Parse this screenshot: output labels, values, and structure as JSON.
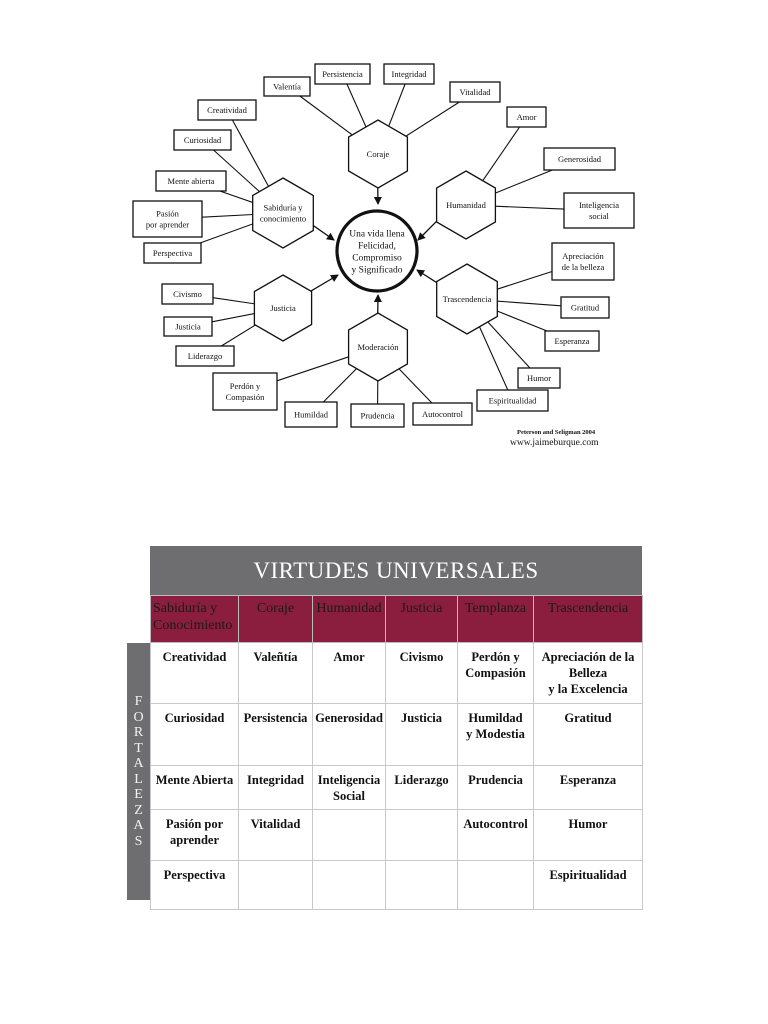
{
  "diagram": {
    "center": {
      "lines": [
        "Una vida llena",
        "Felicidad,",
        "Compromiso",
        "y Significado"
      ]
    },
    "virtues": [
      {
        "id": "coraje",
        "lines": [
          "Coraje"
        ]
      },
      {
        "id": "humanidad",
        "lines": [
          "Humanidad"
        ]
      },
      {
        "id": "sabiduria",
        "lines": [
          "Sabiduría y",
          "conocimiento"
        ]
      },
      {
        "id": "justicia",
        "lines": [
          "Justicia"
        ]
      },
      {
        "id": "moderacion",
        "lines": [
          "Moderación"
        ]
      },
      {
        "id": "trascendencia",
        "lines": [
          "Trascendencia"
        ]
      }
    ],
    "strengths": [
      {
        "virtue": "coraje",
        "lines": [
          "Valentía"
        ]
      },
      {
        "virtue": "coraje",
        "lines": [
          "Persistencia"
        ]
      },
      {
        "virtue": "coraje",
        "lines": [
          "Integridad"
        ]
      },
      {
        "virtue": "coraje",
        "lines": [
          "Vitalidad"
        ]
      },
      {
        "virtue": "humanidad",
        "lines": [
          "Amor"
        ]
      },
      {
        "virtue": "humanidad",
        "lines": [
          "Generosidad"
        ]
      },
      {
        "virtue": "humanidad",
        "lines": [
          "Inteligencia",
          "social"
        ]
      },
      {
        "virtue": "sabiduria",
        "lines": [
          "Creatividad"
        ]
      },
      {
        "virtue": "sabiduria",
        "lines": [
          "Curiosidad"
        ]
      },
      {
        "virtue": "sabiduria",
        "lines": [
          "Mente abierta"
        ]
      },
      {
        "virtue": "sabiduria",
        "lines": [
          "Pasión",
          "por aprender"
        ]
      },
      {
        "virtue": "sabiduria",
        "lines": [
          "Perspectiva"
        ]
      },
      {
        "virtue": "justicia",
        "lines": [
          "Civismo"
        ]
      },
      {
        "virtue": "justicia",
        "lines": [
          "Justicia"
        ]
      },
      {
        "virtue": "justicia",
        "lines": [
          "Liderazgo"
        ]
      },
      {
        "virtue": "moderacion",
        "lines": [
          "Perdón y",
          "Compasión"
        ]
      },
      {
        "virtue": "moderacion",
        "lines": [
          "Humildad"
        ]
      },
      {
        "virtue": "moderacion",
        "lines": [
          "Prudencia"
        ]
      },
      {
        "virtue": "moderacion",
        "lines": [
          "Autocontrol"
        ]
      },
      {
        "virtue": "trascendencia",
        "lines": [
          "Apreciación",
          "de la belleza"
        ]
      },
      {
        "virtue": "trascendencia",
        "lines": [
          "Gratitud"
        ]
      },
      {
        "virtue": "trascendencia",
        "lines": [
          "Esperanza"
        ]
      },
      {
        "virtue": "trascendencia",
        "lines": [
          "Humor"
        ]
      },
      {
        "virtue": "trascendencia",
        "lines": [
          "Espiritualidad"
        ]
      }
    ],
    "credit": "Peterson and Seligman 2004",
    "website": "www.jaimeburque.com"
  },
  "table": {
    "title": "VIRTUDES UNIVERSALES",
    "side_label": "FORTALEZAS",
    "headers": [
      "Sabiduría y\nConocimiento",
      "Coraje",
      "Humanidad",
      "Justicia",
      "Templanza",
      "Trascendencia"
    ],
    "rows": [
      [
        "Creatividad",
        "Valeñtía",
        "Amor",
        "Civismo",
        "Perdón y\nCompasión",
        "Apreciación de la\nBelleza\ny la Excelencia"
      ],
      [
        "Curiosidad",
        "Persistencia",
        "Generosidad",
        "Justicia",
        "Humildad\ny Modestia",
        "Gratitud"
      ],
      [
        "Mente Abierta",
        "Integridad",
        "Inteligencia\nSocial",
        "Liderazgo",
        "Prudencia",
        "Esperanza"
      ],
      [
        "Pasión por\naprender",
        "Vitalidad",
        "",
        "",
        "Autocontrol",
        "Humor"
      ],
      [
        "Perspectiva",
        "",
        "",
        "",
        "",
        "Espiritualidad"
      ]
    ],
    "colors": {
      "title_bg": "#6e6e70",
      "header_bg": "#8b1e3f"
    }
  }
}
